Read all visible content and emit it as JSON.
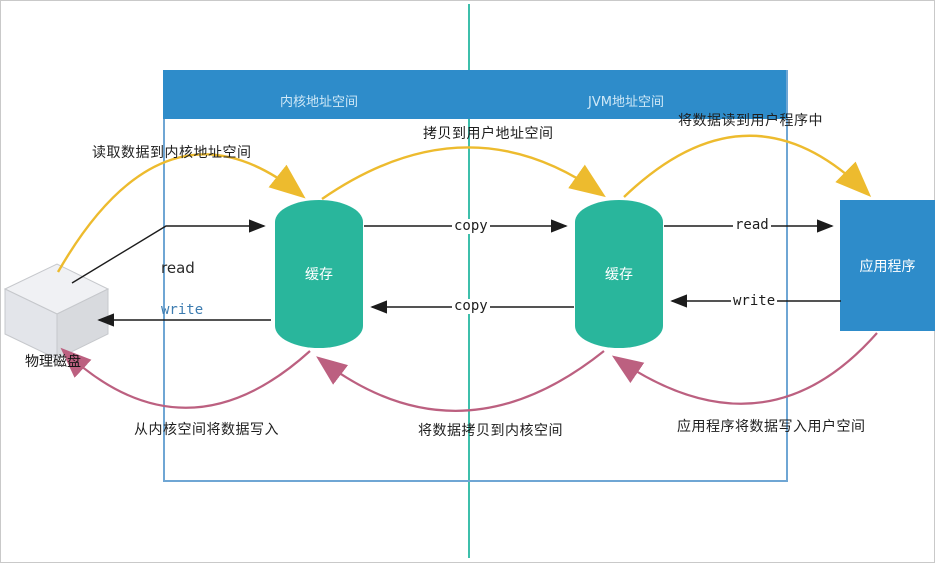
{
  "header": {
    "kernel_label": "内核地址空间",
    "jvm_label": "JVM地址空间"
  },
  "nodes": {
    "disk_label": "物理磁盘",
    "kernel_buffer_label": "缓存",
    "jvm_buffer_label": "缓存",
    "app_label": "应用程序"
  },
  "read_flow": {
    "disk_to_kernel": "读取数据到内核地址空间",
    "kernel_to_user": "拷贝到用户地址空间",
    "user_to_app": "将数据读到用户程序中"
  },
  "write_flow": {
    "kernel_to_disk": "从内核空间将数据写入",
    "user_to_kernel": "将数据拷贝到内核空间",
    "app_to_user": "应用程序将数据写入用户空间"
  },
  "edges": {
    "disk_read": "read",
    "disk_write": "write",
    "copy_to_jvm": "copy",
    "copy_to_kernel": "copy",
    "app_read": "read",
    "app_write": "write"
  },
  "colors": {
    "header_bar": "#2e8cca",
    "header_text": "#cfe8f7",
    "boundary_border": "#6fa6d4",
    "center_divider": "#3ebfab",
    "buffer_fill": "#29b69c",
    "app_fill": "#2e8cca",
    "node_text": "#ffffff",
    "read_curve_yellow": "#edbb2e",
    "write_curve_pink": "#bc6080",
    "plain_arrow_black": "#1c1c1c",
    "disk_write_label_blue": "#3d7cb0",
    "disk_face_top": "#f0f1f4",
    "disk_face_front": "#e3e5ea",
    "disk_face_right": "#d8dade"
  }
}
